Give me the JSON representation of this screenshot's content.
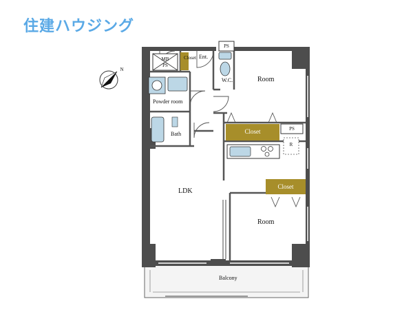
{
  "brand": {
    "logo_text": "住建ハウジング",
    "logo_color": "#5aa9e6"
  },
  "colors": {
    "wall": "#4d4d4d",
    "closet": "#a78e2a",
    "fixture": "#bcd7e6",
    "balcony_fill": "#f4f4f4"
  },
  "compass": {
    "label": "N"
  },
  "rooms": {
    "room_top": "Room",
    "room_bottom": "Room",
    "ldk": "LDK",
    "balcony": "Balcony",
    "bath": "Bath",
    "powder_room": "Powder room",
    "wc": "W.C.",
    "entrance": "Ent.",
    "closet_entrance": "Closet",
    "closet_top": "Closet",
    "closet_bottom": "Closet",
    "mb_ps_1": "MB",
    "mb_ps_2": "PS",
    "ps_top": "PS",
    "ps_right": "PS",
    "fridge": "R"
  }
}
